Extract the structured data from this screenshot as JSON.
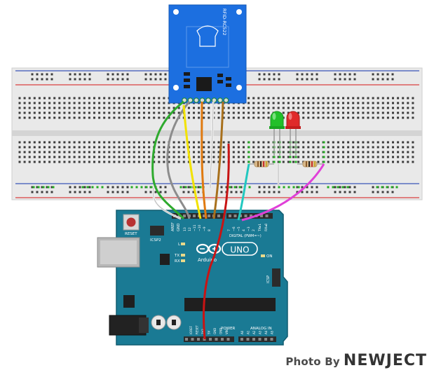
{
  "rfid": {
    "label": "RFID-RC522"
  },
  "arduino": {
    "logo_text": "Arduino",
    "model": "UNO",
    "reset_label": "RESET",
    "icsp2_label": "ICSP2",
    "icsp_label": "ICSP",
    "on_label": "ON",
    "l_label": "L",
    "tx_label": "TX",
    "rx_label": "RX",
    "digital_label": "DIGITAL (PWM=~)",
    "power_label": "POWER",
    "analog_label": "ANALOG IN",
    "aref_label": "AREF",
    "gnd_label": "GND",
    "digital_pins": [
      "13",
      "12",
      "~11",
      "~10",
      "~9",
      "8",
      "7",
      "~6",
      "~5",
      "4",
      "~3",
      "2",
      "TX▸1",
      "RX◂0"
    ],
    "power_pins": [
      "IOREF",
      "RESET",
      "3V3",
      "5V",
      "GND",
      "GND",
      "VIN"
    ],
    "analog_pins": [
      "A0",
      "A1",
      "A2",
      "A3",
      "A4",
      "A5"
    ],
    "colors": {
      "board": "#1a7a94",
      "board_edge": "#115c70",
      "header": "#2b2b2b"
    }
  },
  "breadboard": {
    "colors": {
      "body": "#e8e8e8",
      "rail_red": "#d94040",
      "rail_blue": "#3a55b8",
      "hole": "#3a3a3a",
      "active_hole": "#22aa22"
    }
  },
  "leds": [
    {
      "color": "green",
      "hex": "#22c02a"
    },
    {
      "color": "red",
      "hex": "#e02a2a"
    }
  ],
  "wires": [
    {
      "name": "green",
      "hex": "#2eaa2e"
    },
    {
      "name": "gray",
      "hex": "#8c8c8c"
    },
    {
      "name": "yellow",
      "hex": "#f2e200"
    },
    {
      "name": "orange",
      "hex": "#e07a10"
    },
    {
      "name": "white",
      "hex": "#f4f4f4"
    },
    {
      "name": "brown",
      "hex": "#a8701c"
    },
    {
      "name": "red",
      "hex": "#c81414"
    },
    {
      "name": "cyan",
      "hex": "#22c8c0"
    },
    {
      "name": "magenta",
      "hex": "#e040d8"
    }
  ],
  "watermark": {
    "prefix": "Photo By",
    "brand": "NEWJECT"
  }
}
